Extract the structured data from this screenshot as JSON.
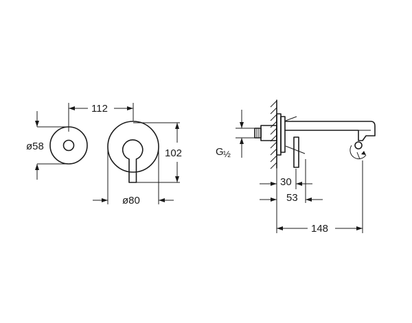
{
  "dimensions": {
    "d112": "112",
    "d58": "ø58",
    "d102": "102",
    "d80": "ø80",
    "thread_g": "G",
    "thread_half": "½",
    "d30": "30",
    "d53": "53",
    "d148": "148"
  }
}
